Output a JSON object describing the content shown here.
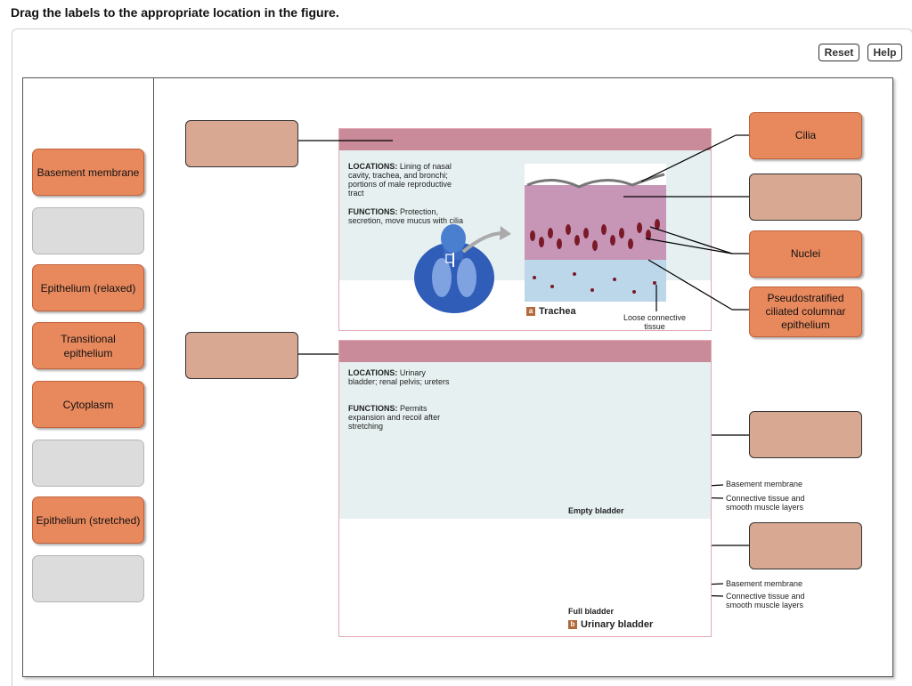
{
  "instruction": "Drag the labels to the appropriate location in the figure.",
  "toolbar": {
    "reset_label": "Reset",
    "help_label": "Help"
  },
  "label_bank": [
    {
      "label": "Basement membrane",
      "state": "filled"
    },
    {
      "label": "",
      "state": "empty"
    },
    {
      "label": "Epithelium (relaxed)",
      "state": "filled"
    },
    {
      "label": "Transitional epithelium",
      "state": "filled"
    },
    {
      "label": "Cytoplasm",
      "state": "filled"
    },
    {
      "label": "",
      "state": "empty"
    },
    {
      "label": "Epithelium (stretched)",
      "state": "filled"
    },
    {
      "label": "",
      "state": "empty"
    }
  ],
  "placed_labels": {
    "cilia": "Cilia",
    "nuclei": "Nuclei",
    "pseudostratified": "Pseudostratified ciliated columnar epithelium"
  },
  "figure": {
    "panel_a": {
      "locations_heading": "LOCATIONS:",
      "locations_text": "Lining of nasal cavity, trachea, and bronchi; portions of male reproductive tract",
      "functions_heading": "FUNCTIONS:",
      "functions_text": "Protection, secretion, move mucus with cilia",
      "tag": "a",
      "subtitle": "Trachea",
      "callout_loose": "Loose connective tissue"
    },
    "panel_b": {
      "locations_heading": "LOCATIONS:",
      "locations_text": "Urinary bladder; renal pelvis; ureters",
      "functions_heading": "FUNCTIONS:",
      "functions_text": "Permits expansion and recoil after stretching",
      "caption_empty": "Empty bladder",
      "caption_full": "Full bladder",
      "tag": "b",
      "subtitle": "Urinary bladder",
      "callout_basement_1": "Basement membrane",
      "callout_connective_1": "Connective tissue and smooth muscle layers",
      "callout_basement_2": "Basement membrane",
      "callout_connective_2": "Connective tissue and smooth muscle layers"
    }
  },
  "colors": {
    "label_fill": "#e8895d",
    "target_fill": "#d9a892",
    "band": "#c98a99",
    "panel_bg": "#e6f0f0"
  }
}
